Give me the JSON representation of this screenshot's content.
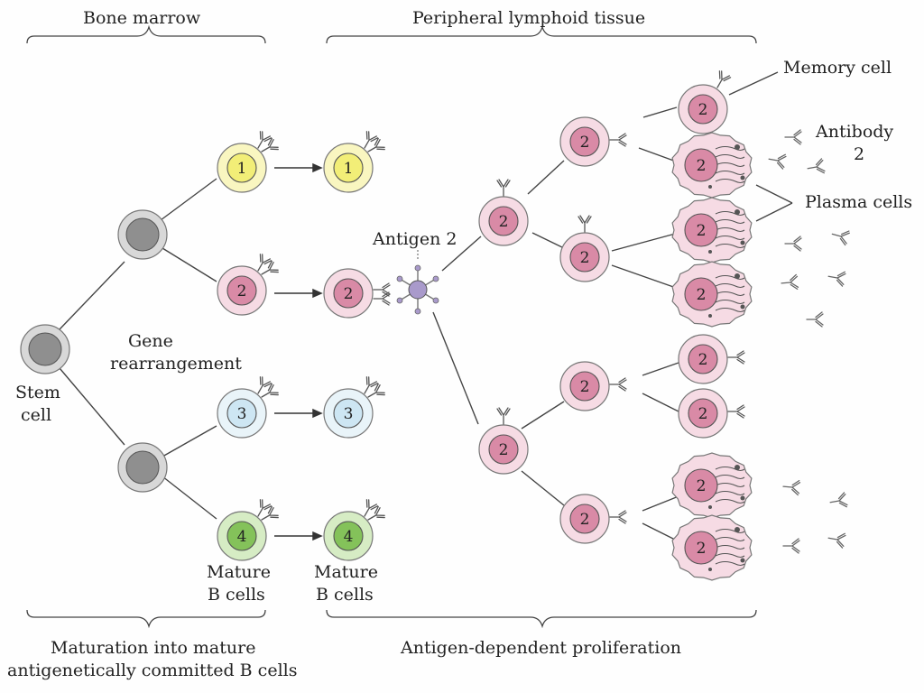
{
  "headers": {
    "bone_marrow": "Bone marrow",
    "peripheral": "Peripheral lymphoid tissue"
  },
  "labels": {
    "stem_line1": "Stem",
    "stem_line2": "cell",
    "gene_line1": "Gene",
    "gene_line2": "rearrangement",
    "antigen": "Antigen 2",
    "mature_line1": "Mature",
    "mature_line2": "B cells",
    "memory_cell": "Memory cell",
    "antibody_line1": "Antibody",
    "antibody_line2": "2",
    "plasma_cells": "Plasma cells"
  },
  "footers": {
    "maturation_line1": "Maturation into mature",
    "maturation_line2": "antigenetically committed B cells",
    "proliferation": "Antigen-dependent proliferation"
  },
  "cells": {
    "b1": "1",
    "b2": "2",
    "b3": "3",
    "b4": "4"
  },
  "colors": {
    "yellow_fill": "#f2ee77",
    "yellow_halo": "#f9f6c0",
    "pink_fill": "#d98aa6",
    "pink_halo": "#f6dbe4",
    "blue_fill": "#cde6f3",
    "blue_halo": "#e9f4f9",
    "green_fill": "#84c25a",
    "green_halo": "#d6ecc4",
    "grey_fill": "#8f8f8f",
    "grey_halo": "#d8d8d8",
    "antigen": "#a99acb",
    "line": "#444444"
  }
}
